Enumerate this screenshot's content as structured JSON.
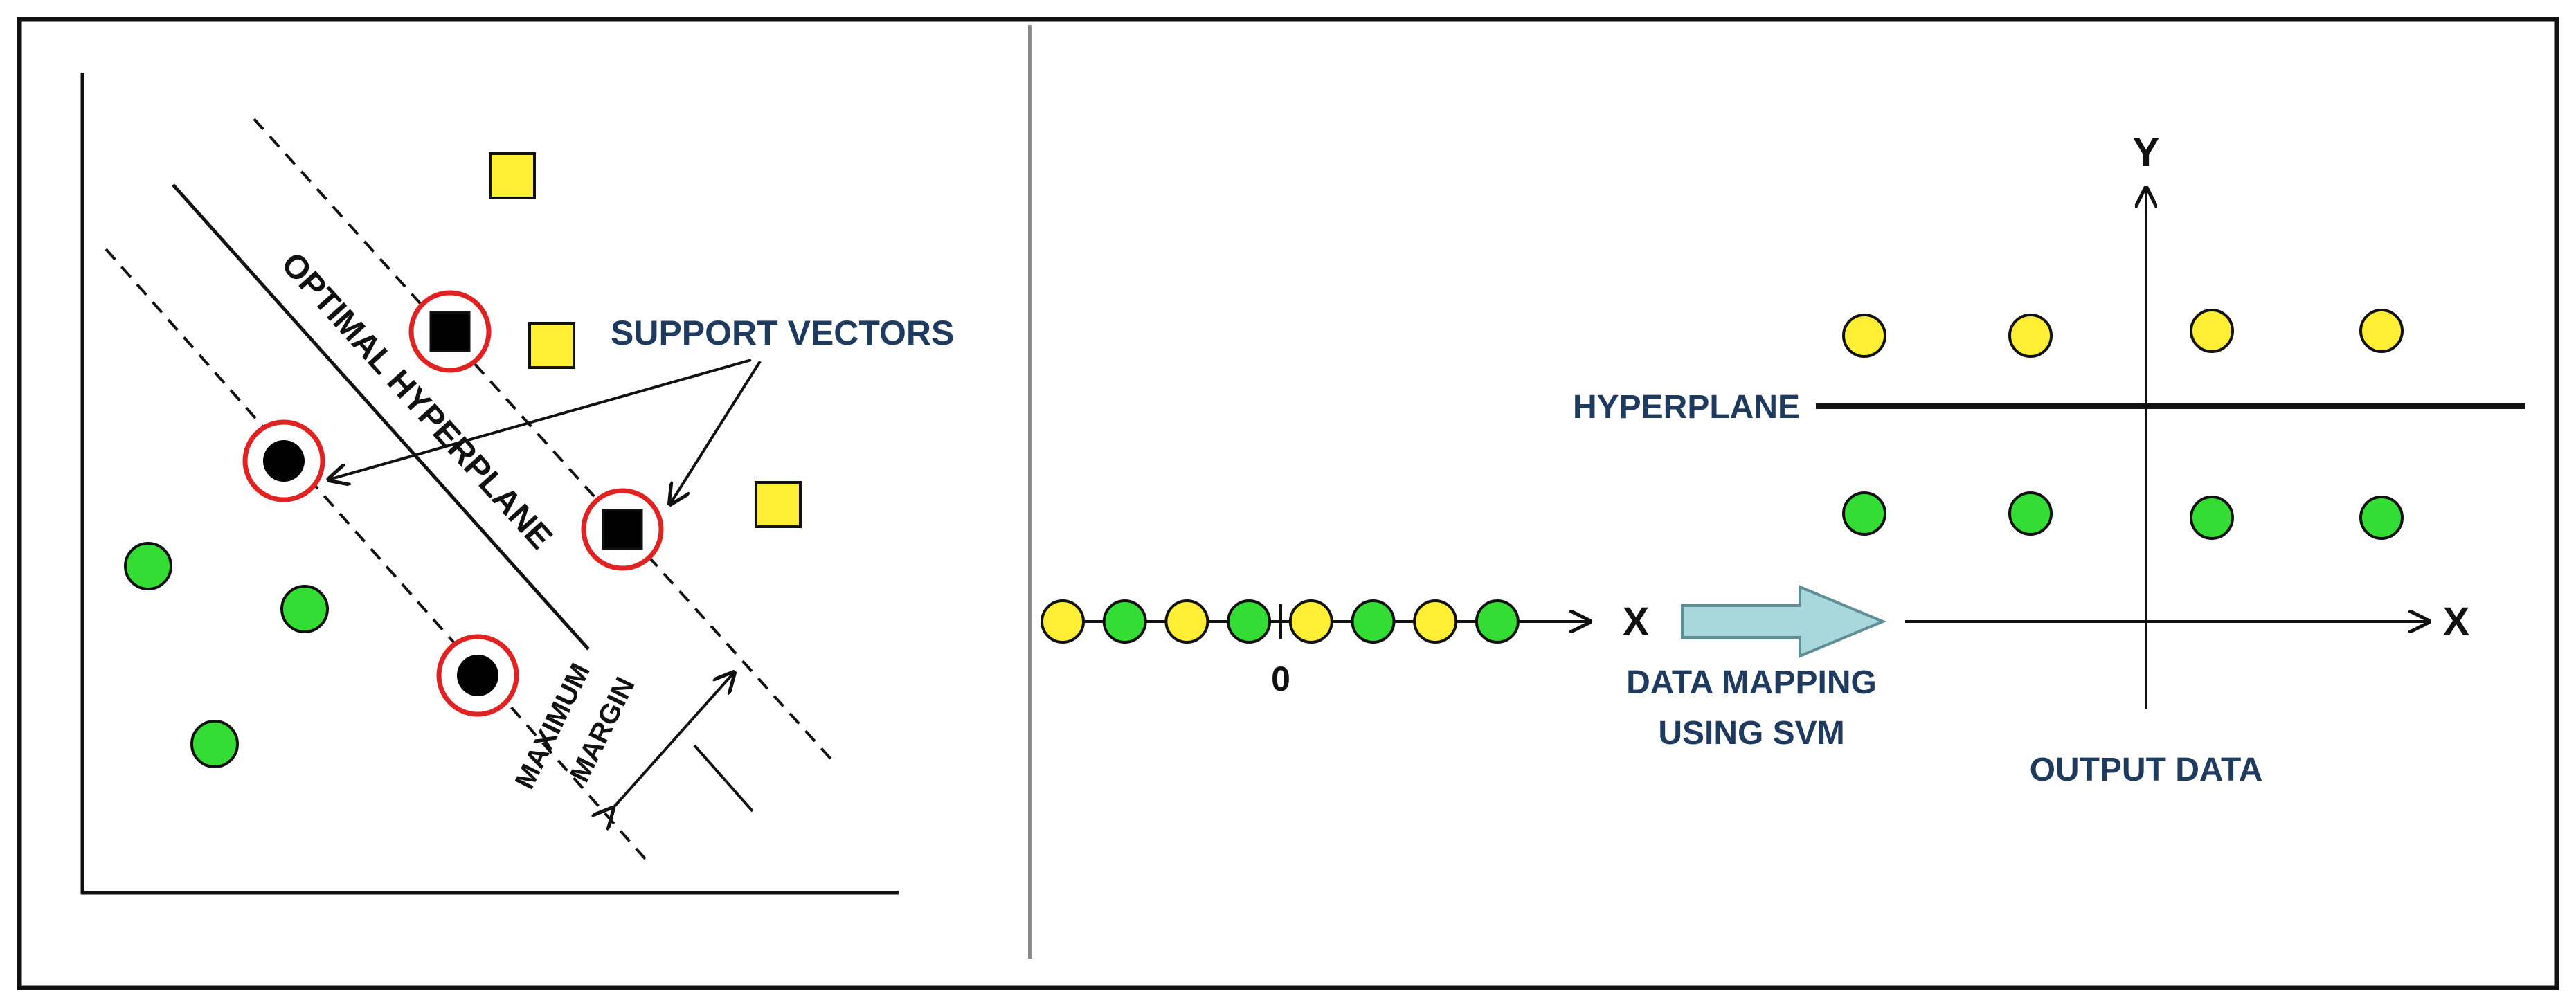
{
  "colors": {
    "frame": "#111111",
    "divider": "#8c8c8c",
    "label_blue": "#1f3a5f",
    "yellow": "#ffee33",
    "green": "#33dd33",
    "support_ring": "#e02222",
    "black_point": "#000000",
    "arrow_fill": "#a8d8dc",
    "arrow_stroke": "#5f8f96"
  },
  "left_panel": {
    "labels": {
      "support_vectors": "SUPPORT VECTORS",
      "optimal_hyperplane": "OPTIMAL HYPERPLANE",
      "maximum": "MAXIMUM",
      "margin": "MARGIN"
    },
    "point_counts": {
      "yellow_squares": 3,
      "green_circles": 3,
      "support_vector_squares": 2,
      "support_vector_circles": 2
    }
  },
  "right_panel": {
    "number_line": {
      "sequence": [
        "yellow",
        "green",
        "yellow",
        "green",
        "yellow",
        "green",
        "yellow",
        "green"
      ],
      "origin_label": "0",
      "axis_label": "X"
    },
    "mapping_label_line1": "DATA MAPPING",
    "mapping_label_line2": "USING SVM",
    "output": {
      "y_axis_label": "Y",
      "x_axis_label": "X",
      "hyperplane_label": "HYPERPLANE",
      "caption": "OUTPUT DATA",
      "top_row": [
        "yellow",
        "yellow",
        "yellow",
        "yellow"
      ],
      "bottom_row": [
        "green",
        "green",
        "green",
        "green"
      ]
    }
  }
}
